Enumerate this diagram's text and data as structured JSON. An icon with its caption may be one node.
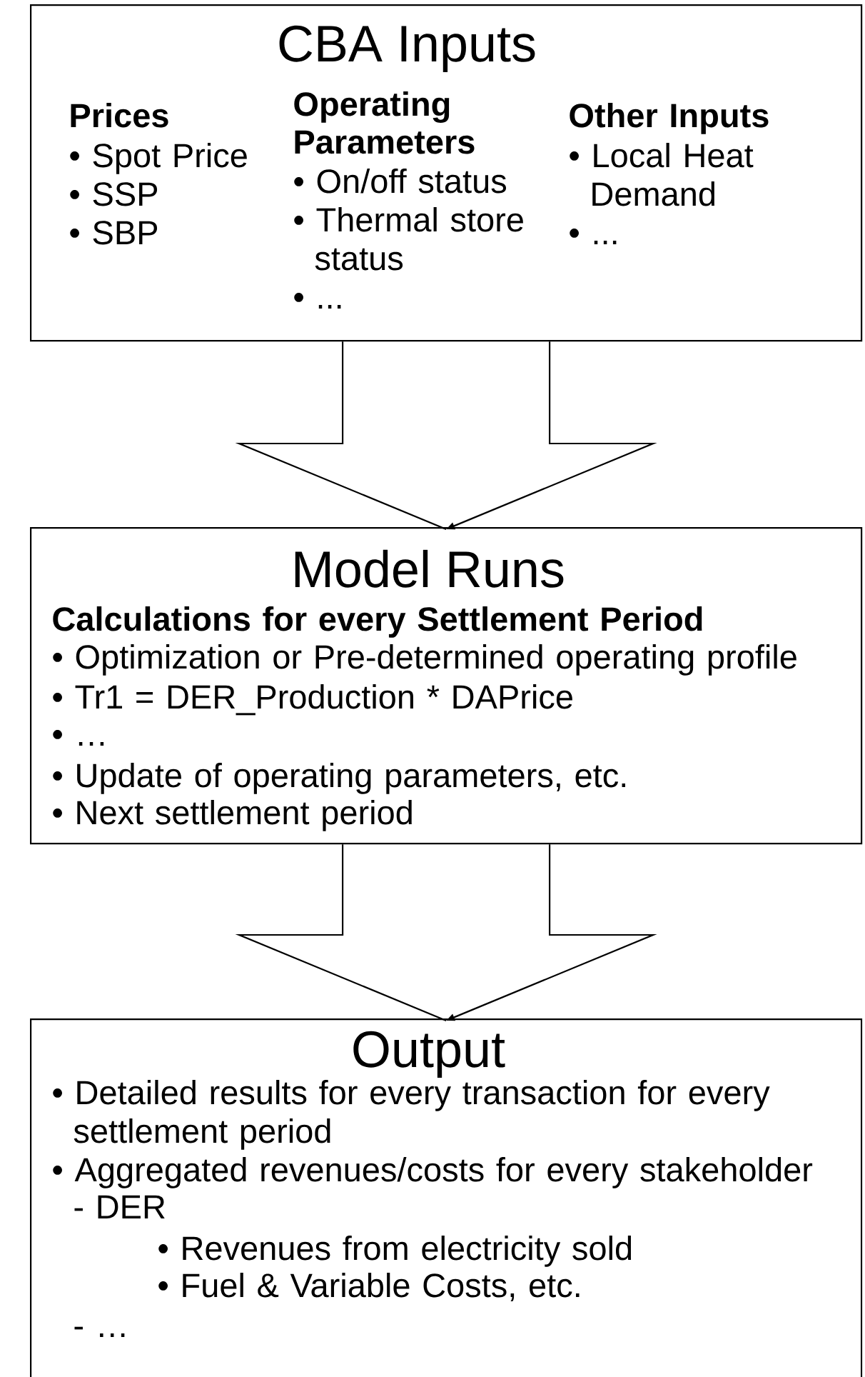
{
  "diagram": {
    "nodes": [
      {
        "text": [
          "CBA Inputs",
          "Prices",
          "• Spot Price",
          "• SSP",
          "• SBP",
          "Operating Parameters",
          "• On/off status",
          "• Thermal store status",
          "• ...",
          "Other Inputs",
          "• Local Heat Demand",
          "• ..."
        ]
      },
      {
        "text": [
          "Model Runs",
          "Calculations for every Settlement Period",
          "• Optimization or Pre-determined operating profile",
          "• Tr1 = DER_Production * DAPrice",
          "• …",
          "• Update of operating parameters, etc.",
          "• Next settlement period"
        ]
      },
      {
        "text": [
          "Output",
          "• Detailed results for every transaction for every settlement period",
          "• Aggregated revenues/costs for every stakeholder",
          "- DER",
          "• Revenues from electricity sold",
          "• Fuel & Variable Costs, etc.",
          "- …"
        ]
      }
    ],
    "edges": [
      {
        "from": 0,
        "to": 1,
        "arrow": "to"
      },
      {
        "from": 1,
        "to": 2,
        "arrow": "to"
      }
    ]
  }
}
